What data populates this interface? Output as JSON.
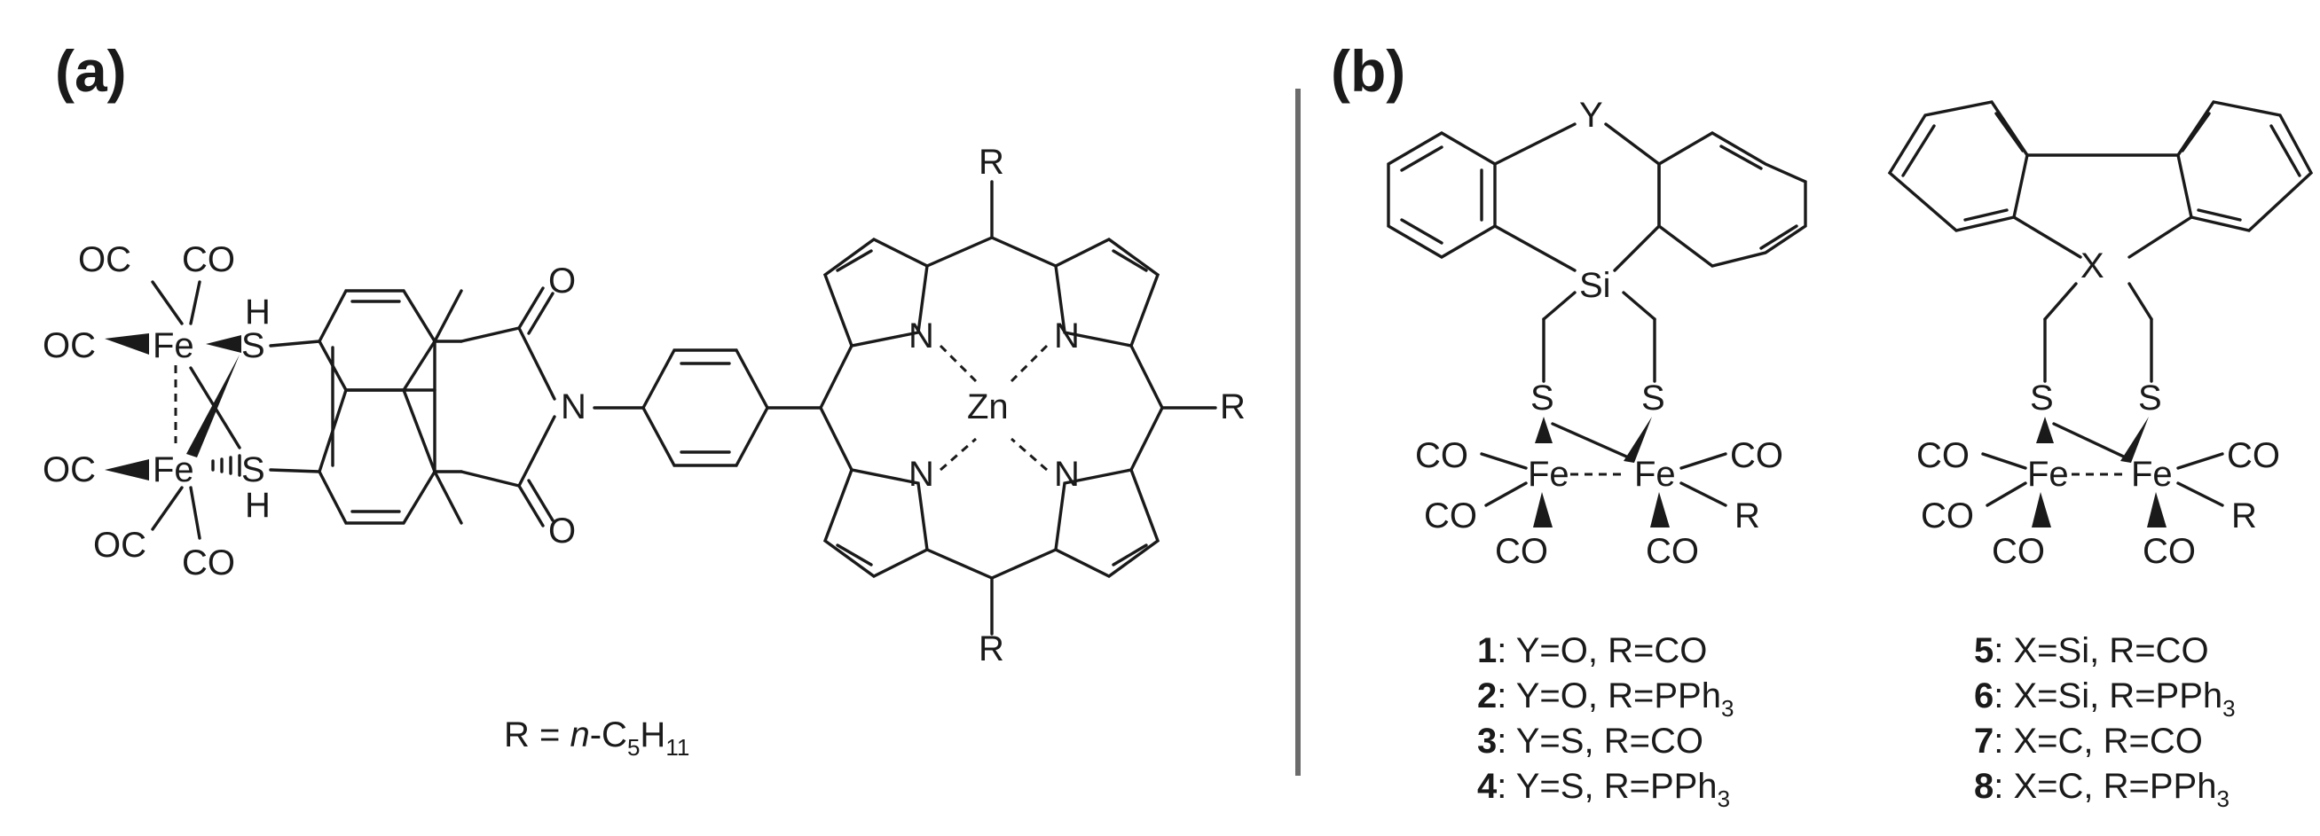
{
  "panels": {
    "a": "(a)",
    "b": "(b)"
  },
  "atoms": {
    "CO": "CO",
    "OC": "OC",
    "Fe": "Fe",
    "S": "S",
    "H": "H",
    "O": "O",
    "N": "N",
    "Zn": "Zn",
    "R": "R",
    "Y": "Y",
    "Si": "Si",
    "X": "X"
  },
  "r_definition": {
    "lhs": "R = ",
    "italic": "n",
    "rest": "-C",
    "sub5": "5",
    "h": "H",
    "sub11": "11"
  },
  "compounds_left": [
    {
      "num": "1",
      "text": ": Y=O, R=CO",
      "sub": ""
    },
    {
      "num": "2",
      "text": ": Y=O, R=PPh",
      "sub": "3"
    },
    {
      "num": "3",
      "text": ": Y=S, R=CO",
      "sub": ""
    },
    {
      "num": "4",
      "text": ": Y=S, R=PPh",
      "sub": "3"
    }
  ],
  "compounds_right": [
    {
      "num": "5",
      "text": ": X=Si, R=CO",
      "sub": ""
    },
    {
      "num": "6",
      "text": ": X=Si, R=PPh",
      "sub": "3"
    },
    {
      "num": "7",
      "text": ": X=C, R=CO",
      "sub": ""
    },
    {
      "num": "8",
      "text": ": X=C, R=PPh",
      "sub": "3"
    }
  ]
}
